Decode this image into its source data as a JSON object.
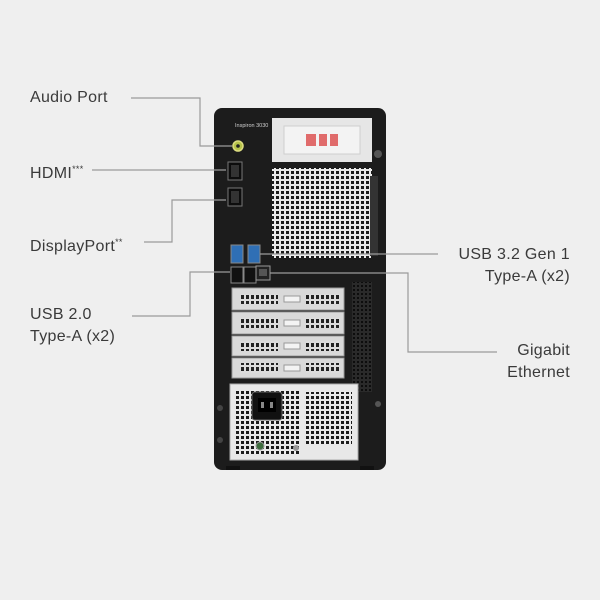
{
  "callouts": {
    "audio": {
      "text": "Audio Port"
    },
    "hdmi": {
      "text": "HDMI",
      "suffix": "***"
    },
    "displayport": {
      "text": "DisplayPort",
      "suffix": "**"
    },
    "usb2": {
      "line1": "USB 2.0",
      "line2": "Type-A (x2)"
    },
    "usb32": {
      "line1": "USB 3.2 Gen 1",
      "line2": "Type-A (x2)"
    },
    "ethernet": {
      "line1": "Gigabit",
      "line2": "Ethernet"
    }
  },
  "device": {
    "model_label": "Inspiron 3030",
    "chassis_color": "#1c1c1c",
    "panel_color": "#e4e4e4",
    "accent_logo_color": "#e06b6b"
  }
}
